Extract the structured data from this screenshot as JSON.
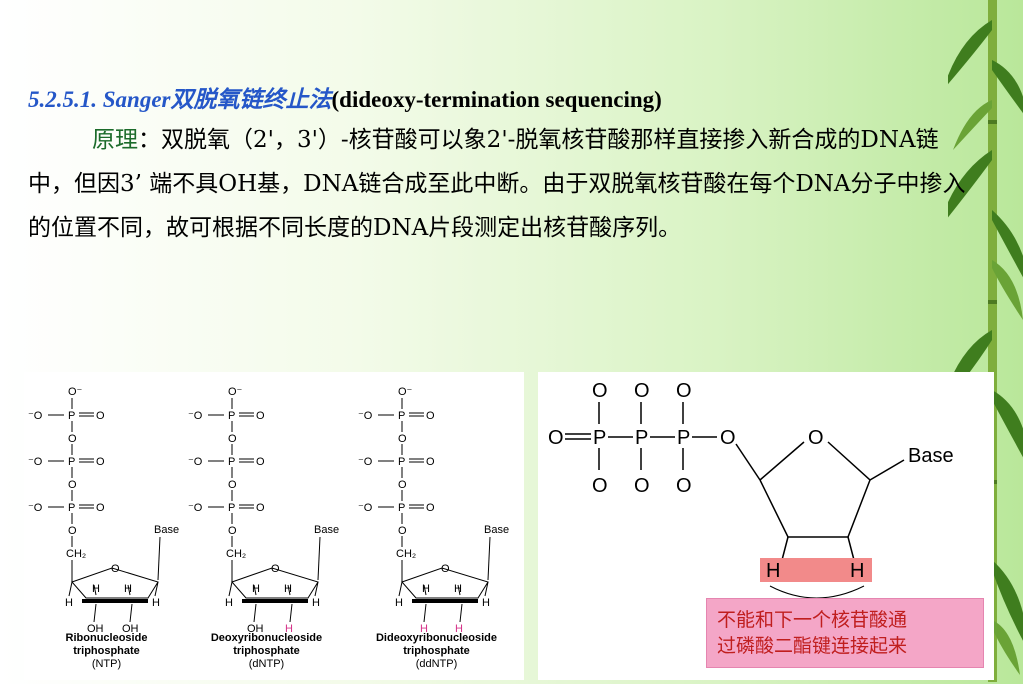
{
  "title": {
    "number": "5.2.5.1.",
    "name": "Sanger双脱氧链终止法",
    "english": "(dideoxy-termination sequencing)"
  },
  "paragraph": {
    "lead": "原理",
    "text": "：双脱氧（2'，3'）-核苷酸可以象2'-脱氧核苷酸那样直接掺入新合成的DNA链中，但因3’ 端不具OH基，DNA链合成至此中断。由于双脱氧核苷酸在每个DNA分子中掺入的位置不同，故可根据不同长度的DNA片段测定出核苷酸序列。"
  },
  "molecules": [
    {
      "name": "Ribonucleoside",
      "line2": "triphosphate",
      "abbr": "(NTP)"
    },
    {
      "name": "Deoxyribonucleoside",
      "line2": "triphosphate",
      "abbr": "(dNTP)"
    },
    {
      "name": "Dideoxyribonucleoside",
      "line2": "triphosphate",
      "abbr": "(ddNTP)"
    }
  ],
  "chem": {
    "o_minus": "O⁻",
    "minus_o": "⁻O",
    "p": "P",
    "o": "O",
    "base": "Base",
    "ch2": "CH₂",
    "h": "H",
    "oh": "OH"
  },
  "note": {
    "line1": "不能和下一个核苷酸通",
    "line2": "过磷酸二酯键连接起来"
  },
  "colors": {
    "title_number": "#2557c8",
    "lead": "#1b6b2a",
    "note_bg": "#f4a6c7",
    "note_text": "#c01e1e",
    "highlight_h": "#f28a8a",
    "hydrogen_pink": "#d6338a"
  }
}
